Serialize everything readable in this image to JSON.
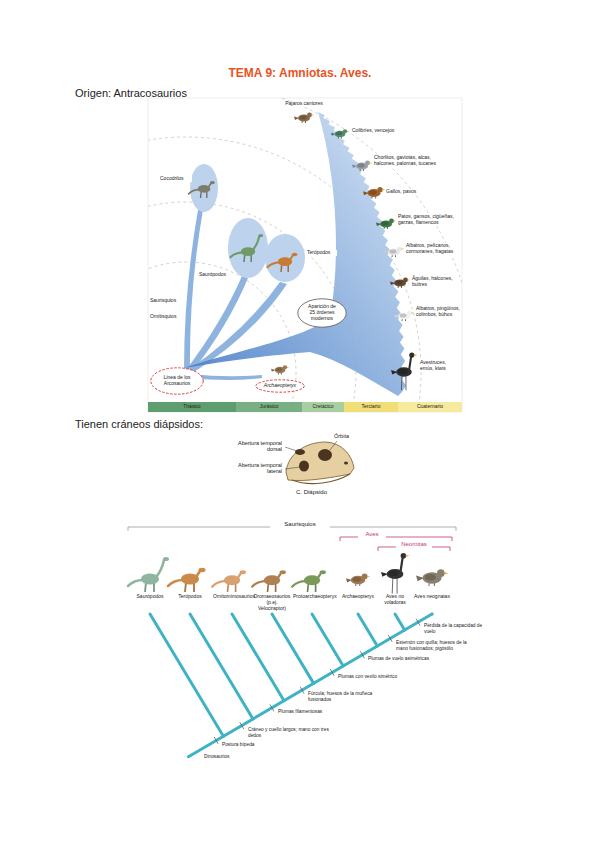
{
  "diagram": {
    "title": "TEMA 9: Amniotas. Aves.",
    "nodes": [
      {
        "text": [
          "Línea de los Arcosaurios"
        ]
      },
      {
        "text": [
          "Archaeopteryx"
        ]
      },
      {
        "text": [
          "Aparición de 25 órdenes modernos"
        ]
      },
      {
        "text": [
          "Triásico"
        ]
      },
      {
        "text": [
          "Jurásico"
        ]
      },
      {
        "text": [
          "Cretácico"
        ]
      },
      {
        "text": [
          "Terciario"
        ]
      },
      {
        "text": [
          "Cuaternario"
        ]
      }
    ],
    "labels": [
      "Origen: Antracosaurios",
      "Pájaros cantores",
      "Colibríes, vencejos",
      "Chorlitos, gaviotas, alcas, halcones, palomas, tucanes",
      "Gallos, pavos",
      "Patos, gansos, cigüeñas, garzas, flamencos",
      "Albatros, pelícanos, cormoranes, fragatas",
      "Águilas, halcones, buitres",
      "Albatros, pingüinos, colimbos, búhos",
      "Avestruces, emús, kiwis",
      "Cocodrilos",
      "Saurópodos",
      "Terópodos",
      "Saurisquios",
      "Ornitisquios",
      "Tienen cráneos diápsidos:",
      "Abertura temporal dorsal",
      "Órbita",
      "Abertura temporal lateral",
      "C. Diápsido",
      "Saurisquios",
      "Aves",
      "Neornitas",
      "Saurópodos",
      "Terópodos",
      "Ornitomimosaurios",
      "Dromaeosaurios (p.ej. Velociraptor)",
      "Protoarchaeopteryx",
      "Archaeopteryx",
      "Aves no voladoras",
      "Aves neognatas",
      "Pérdida de la capacidad de vuelo",
      "Esternón con quilla; huesos de la mano fusionados; pigóstilo",
      "Plumas de vuelo asimétricas",
      "Plumas con vexilo simétrico",
      "Fúrcula; huesos de la muñeca fusionados",
      "Plumas filamentosas",
      "Cráneo y cuello largos; mano con tres dedos",
      "Postura bípeda",
      "Dinosaurios"
    ]
  }
}
